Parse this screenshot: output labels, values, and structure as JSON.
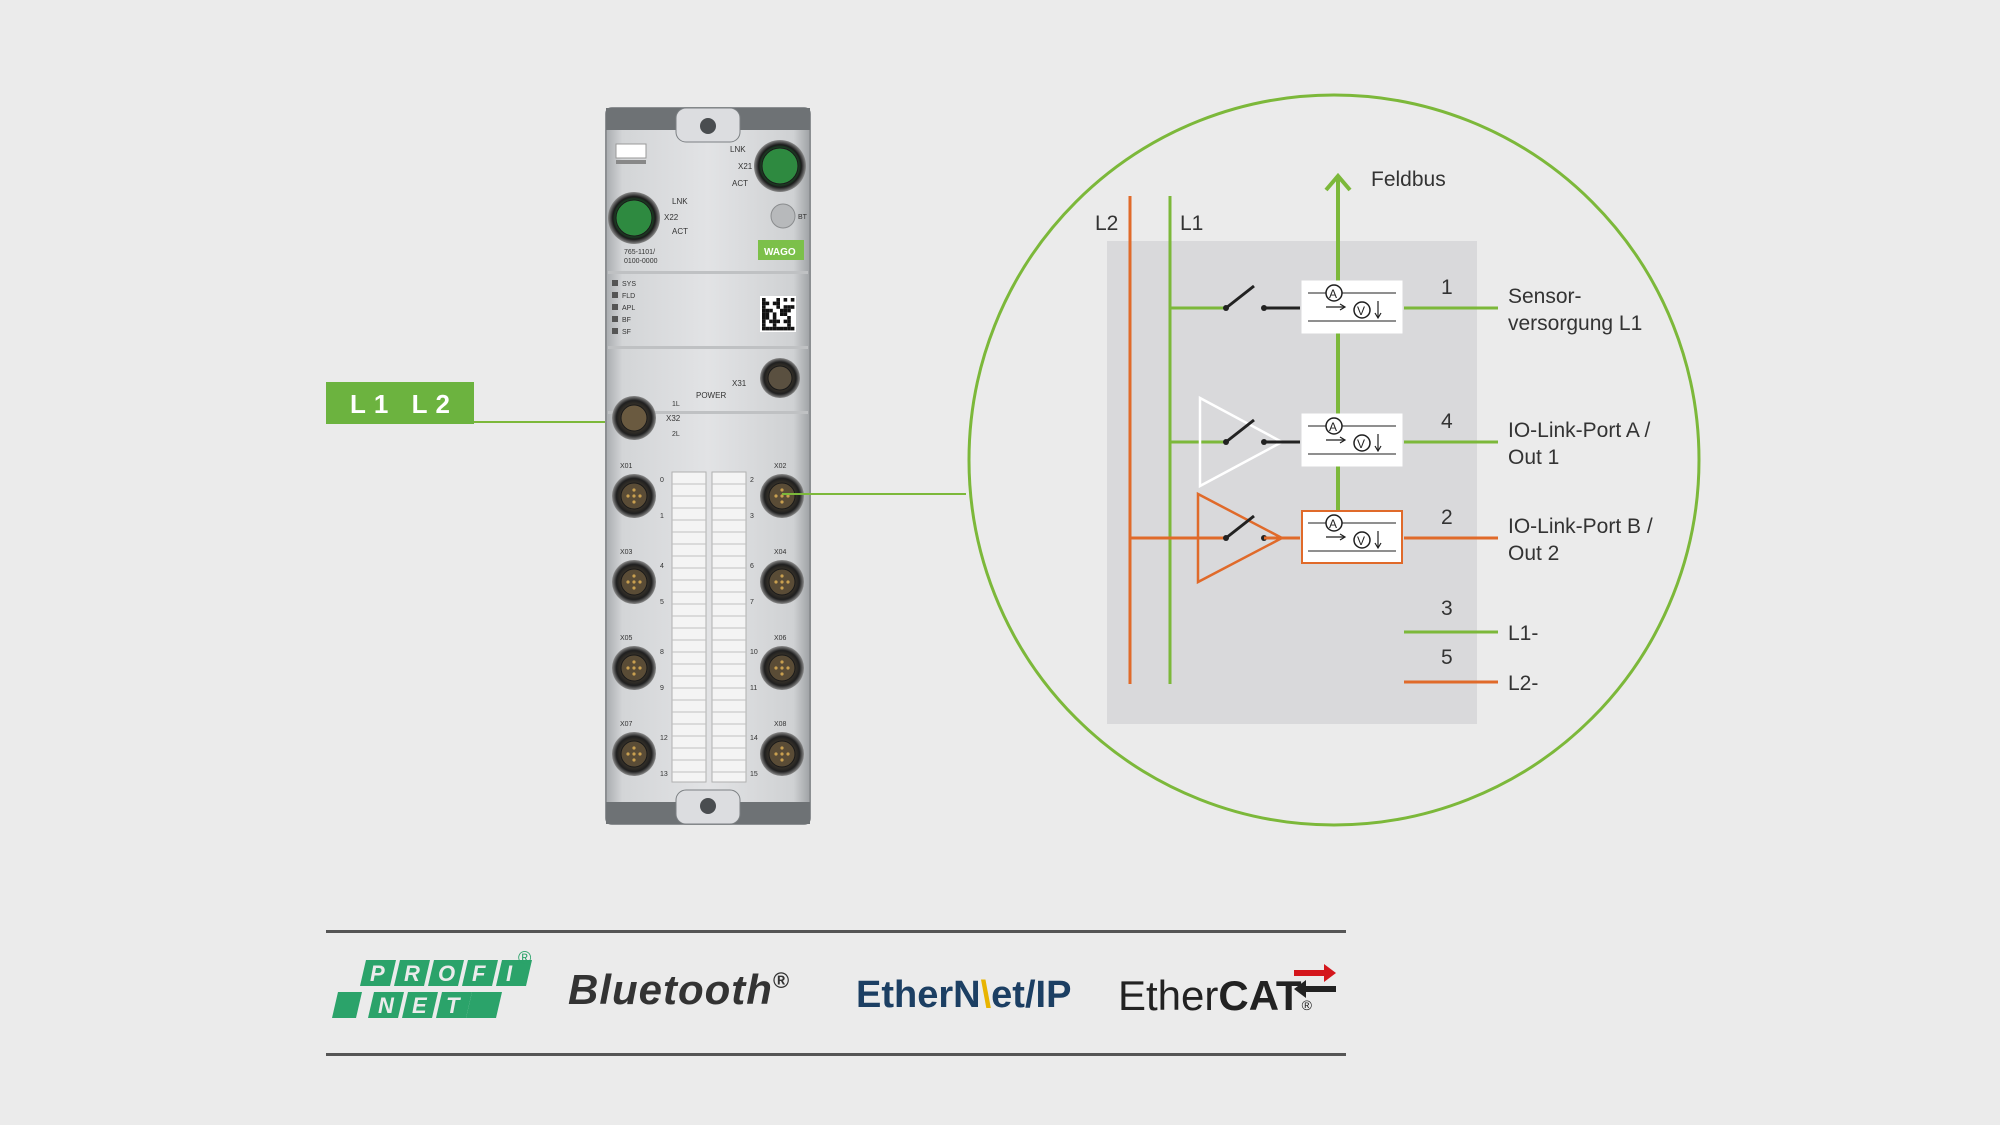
{
  "badge": {
    "text": "L1 L2"
  },
  "device": {
    "model": "765-1101/\n0100-0000",
    "brand": "WAGO",
    "connectors": {
      "x21": "X21",
      "x22": "X22",
      "x31": "X31",
      "x32": "X32",
      "lnk": "LNK",
      "act": "ACT",
      "bt": "BT",
      "power": "POWER",
      "l1": "1L",
      "l2": "2L"
    },
    "leds": [
      "SYS",
      "FLD",
      "APL",
      "BF",
      "SF"
    ],
    "ports": [
      {
        "name": "X01",
        "pins": [
          "0",
          "1"
        ]
      },
      {
        "name": "X02",
        "pins": [
          "2",
          "3"
        ]
      },
      {
        "name": "X03",
        "pins": [
          "4",
          "5"
        ]
      },
      {
        "name": "X04",
        "pins": [
          "6",
          "7"
        ]
      },
      {
        "name": "X05",
        "pins": [
          "8",
          "9"
        ]
      },
      {
        "name": "X06",
        "pins": [
          "10",
          "11"
        ]
      },
      {
        "name": "X07",
        "pins": [
          "12",
          "13"
        ]
      },
      {
        "name": "X08",
        "pins": [
          "14",
          "15"
        ]
      }
    ]
  },
  "schematic": {
    "feldbus": "Feldbus",
    "l2_label": "L2",
    "l1_label": "L1",
    "meter_a": "A",
    "meter_v": "V",
    "outputs": [
      {
        "pin": "1",
        "line1": "Sensor-",
        "line2": "versorgung L1"
      },
      {
        "pin": "4",
        "line1": "IO-Link-Port A /",
        "line2": "Out 1"
      },
      {
        "pin": "2",
        "line1": "IO-Link-Port B /",
        "line2": "Out 2"
      },
      {
        "pin": "3",
        "line1": "L1-",
        "line2": ""
      },
      {
        "pin": "5",
        "line1": "L2-",
        "line2": ""
      }
    ]
  },
  "logos": {
    "profinet_top": [
      "P",
      "R",
      "O",
      "F",
      "I"
    ],
    "profinet_bottom": [
      "N",
      "E",
      "T"
    ],
    "profinet_reg": "®",
    "bluetooth": "Bluetooth",
    "bluetooth_reg": "®",
    "ethernet_ip_a": "Ether",
    "ethernet_ip_b": "N",
    "ethernet_ip_c": "et",
    "ethernet_ip_d": "/IP",
    "ethercat_a": "Ether",
    "ethercat_b": "CAT",
    "ethercat_reg": "®"
  },
  "colors": {
    "green": "#7cb83a",
    "orange": "#e06a2a",
    "panel": "#d9d9db",
    "badge": "#6cb33f",
    "profinet": "#2ba36a",
    "dark": "#333333"
  }
}
